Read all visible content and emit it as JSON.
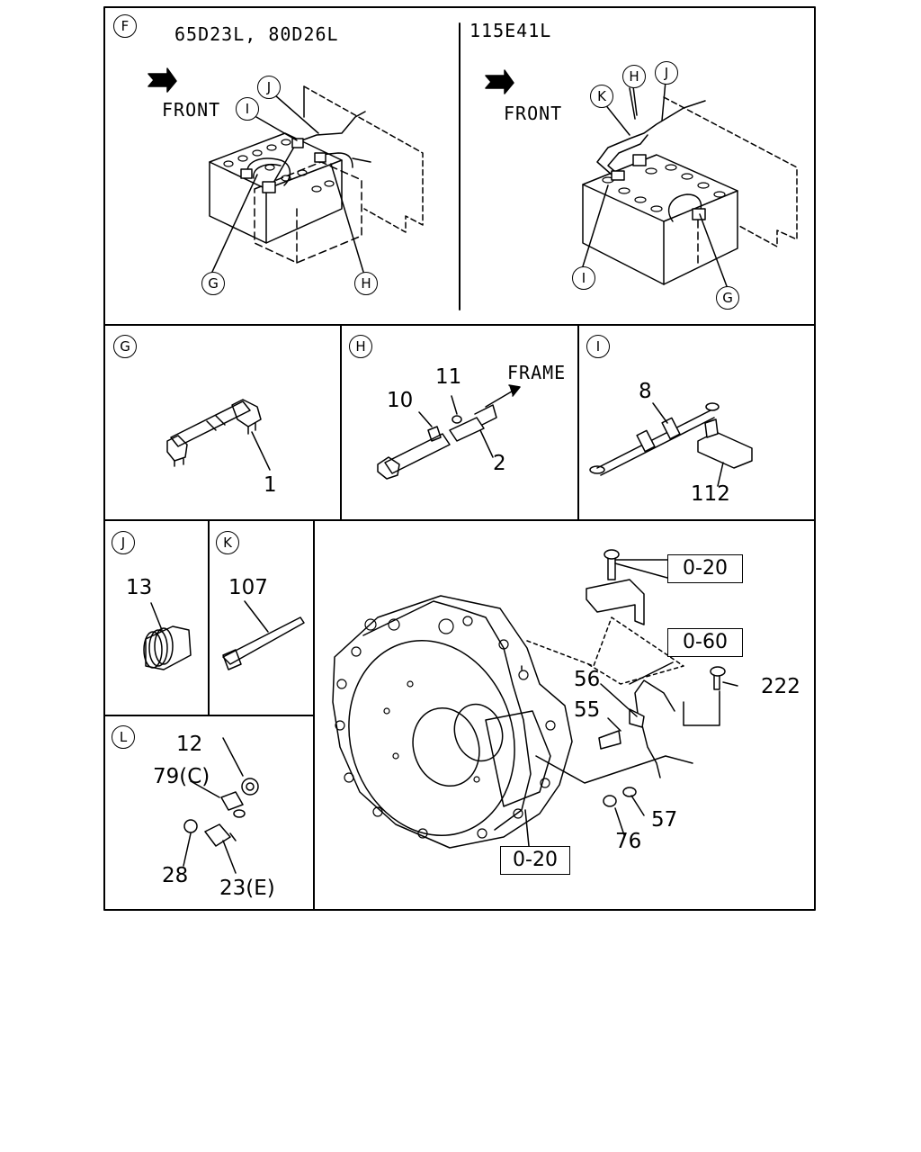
{
  "sections": {
    "F": {
      "mark": "F",
      "left_models": "65D23L, 80D26L",
      "right_model": "115E41L",
      "front_left": "FRONT",
      "front_right": "FRONT",
      "callouts_left": [
        "J",
        "I",
        "G",
        "H"
      ],
      "callouts_right": [
        "H",
        "J",
        "K",
        "I",
        "G"
      ]
    },
    "G": {
      "mark": "G",
      "parts": [
        "1"
      ]
    },
    "H": {
      "mark": "H",
      "parts": [
        "10",
        "11",
        "2"
      ],
      "frame": "FRAME"
    },
    "I": {
      "mark": "I",
      "parts": [
        "8",
        "112"
      ]
    },
    "J": {
      "mark": "J",
      "parts": [
        "13"
      ]
    },
    "K": {
      "mark": "K",
      "parts": [
        "107"
      ]
    },
    "L": {
      "mark": "L",
      "parts": [
        "12",
        "79(C)",
        "28",
        "23(E)"
      ]
    },
    "main": {
      "parts": [
        "56",
        "55",
        "222",
        "57",
        "76"
      ],
      "refs": [
        "0-20",
        "0-60",
        "0-20"
      ]
    }
  }
}
